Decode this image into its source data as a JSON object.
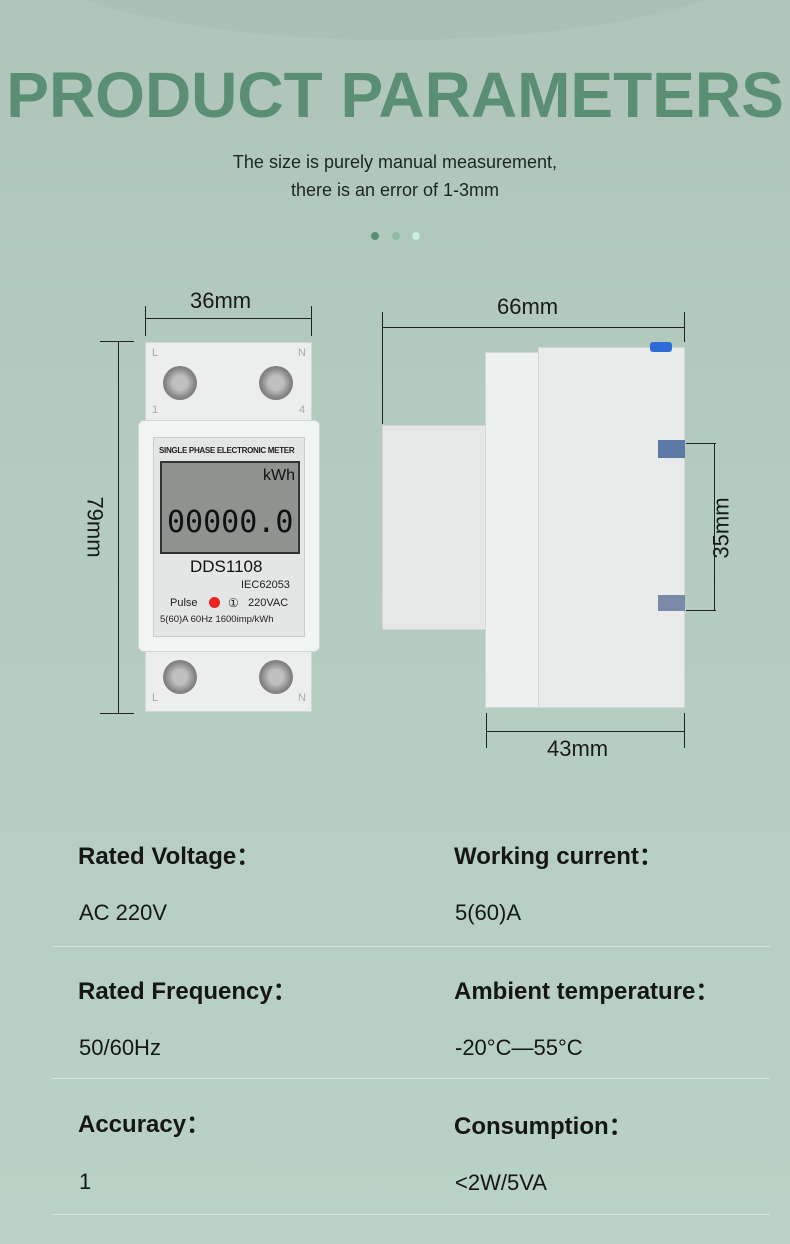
{
  "header": {
    "title": "PRODUCT PARAMETERS",
    "note_line1": "The size is purely manual measurement,",
    "note_line2": "there is an error of 1-3mm"
  },
  "dimensions": {
    "width": "36mm",
    "height": "79mm",
    "depth": "66mm",
    "rail": "35mm",
    "body": "43mm"
  },
  "meter": {
    "label": "SINGLE PHASE ELECTRONIC METER",
    "unit": "kWh",
    "reading": "00000.0",
    "model": "DDS1108",
    "standard": "IEC62053",
    "pulse": "Pulse",
    "class": "①",
    "voltage": "220VAC",
    "specs": "5(60)A 60Hz 1600imp/kWh",
    "terminal_l": "L",
    "terminal_n": "N",
    "terminal_1": "1",
    "terminal_4": "4"
  },
  "params": [
    {
      "label": "Rated  Voltage：",
      "value": "AC 220V"
    },
    {
      "label": "Working current：",
      "value": "5(60)A"
    },
    {
      "label": "Rated Frequency：",
      "value": "50/60Hz"
    },
    {
      "label": "Ambient temperature：",
      "value": "-20°C—55°C"
    },
    {
      "label": "Accuracy：",
      "value": "1"
    },
    {
      "label": "Consumption：",
      "value": "<2W/5VA"
    }
  ],
  "colors": {
    "title": "#5b8f74",
    "background": "#b3c9bf"
  }
}
